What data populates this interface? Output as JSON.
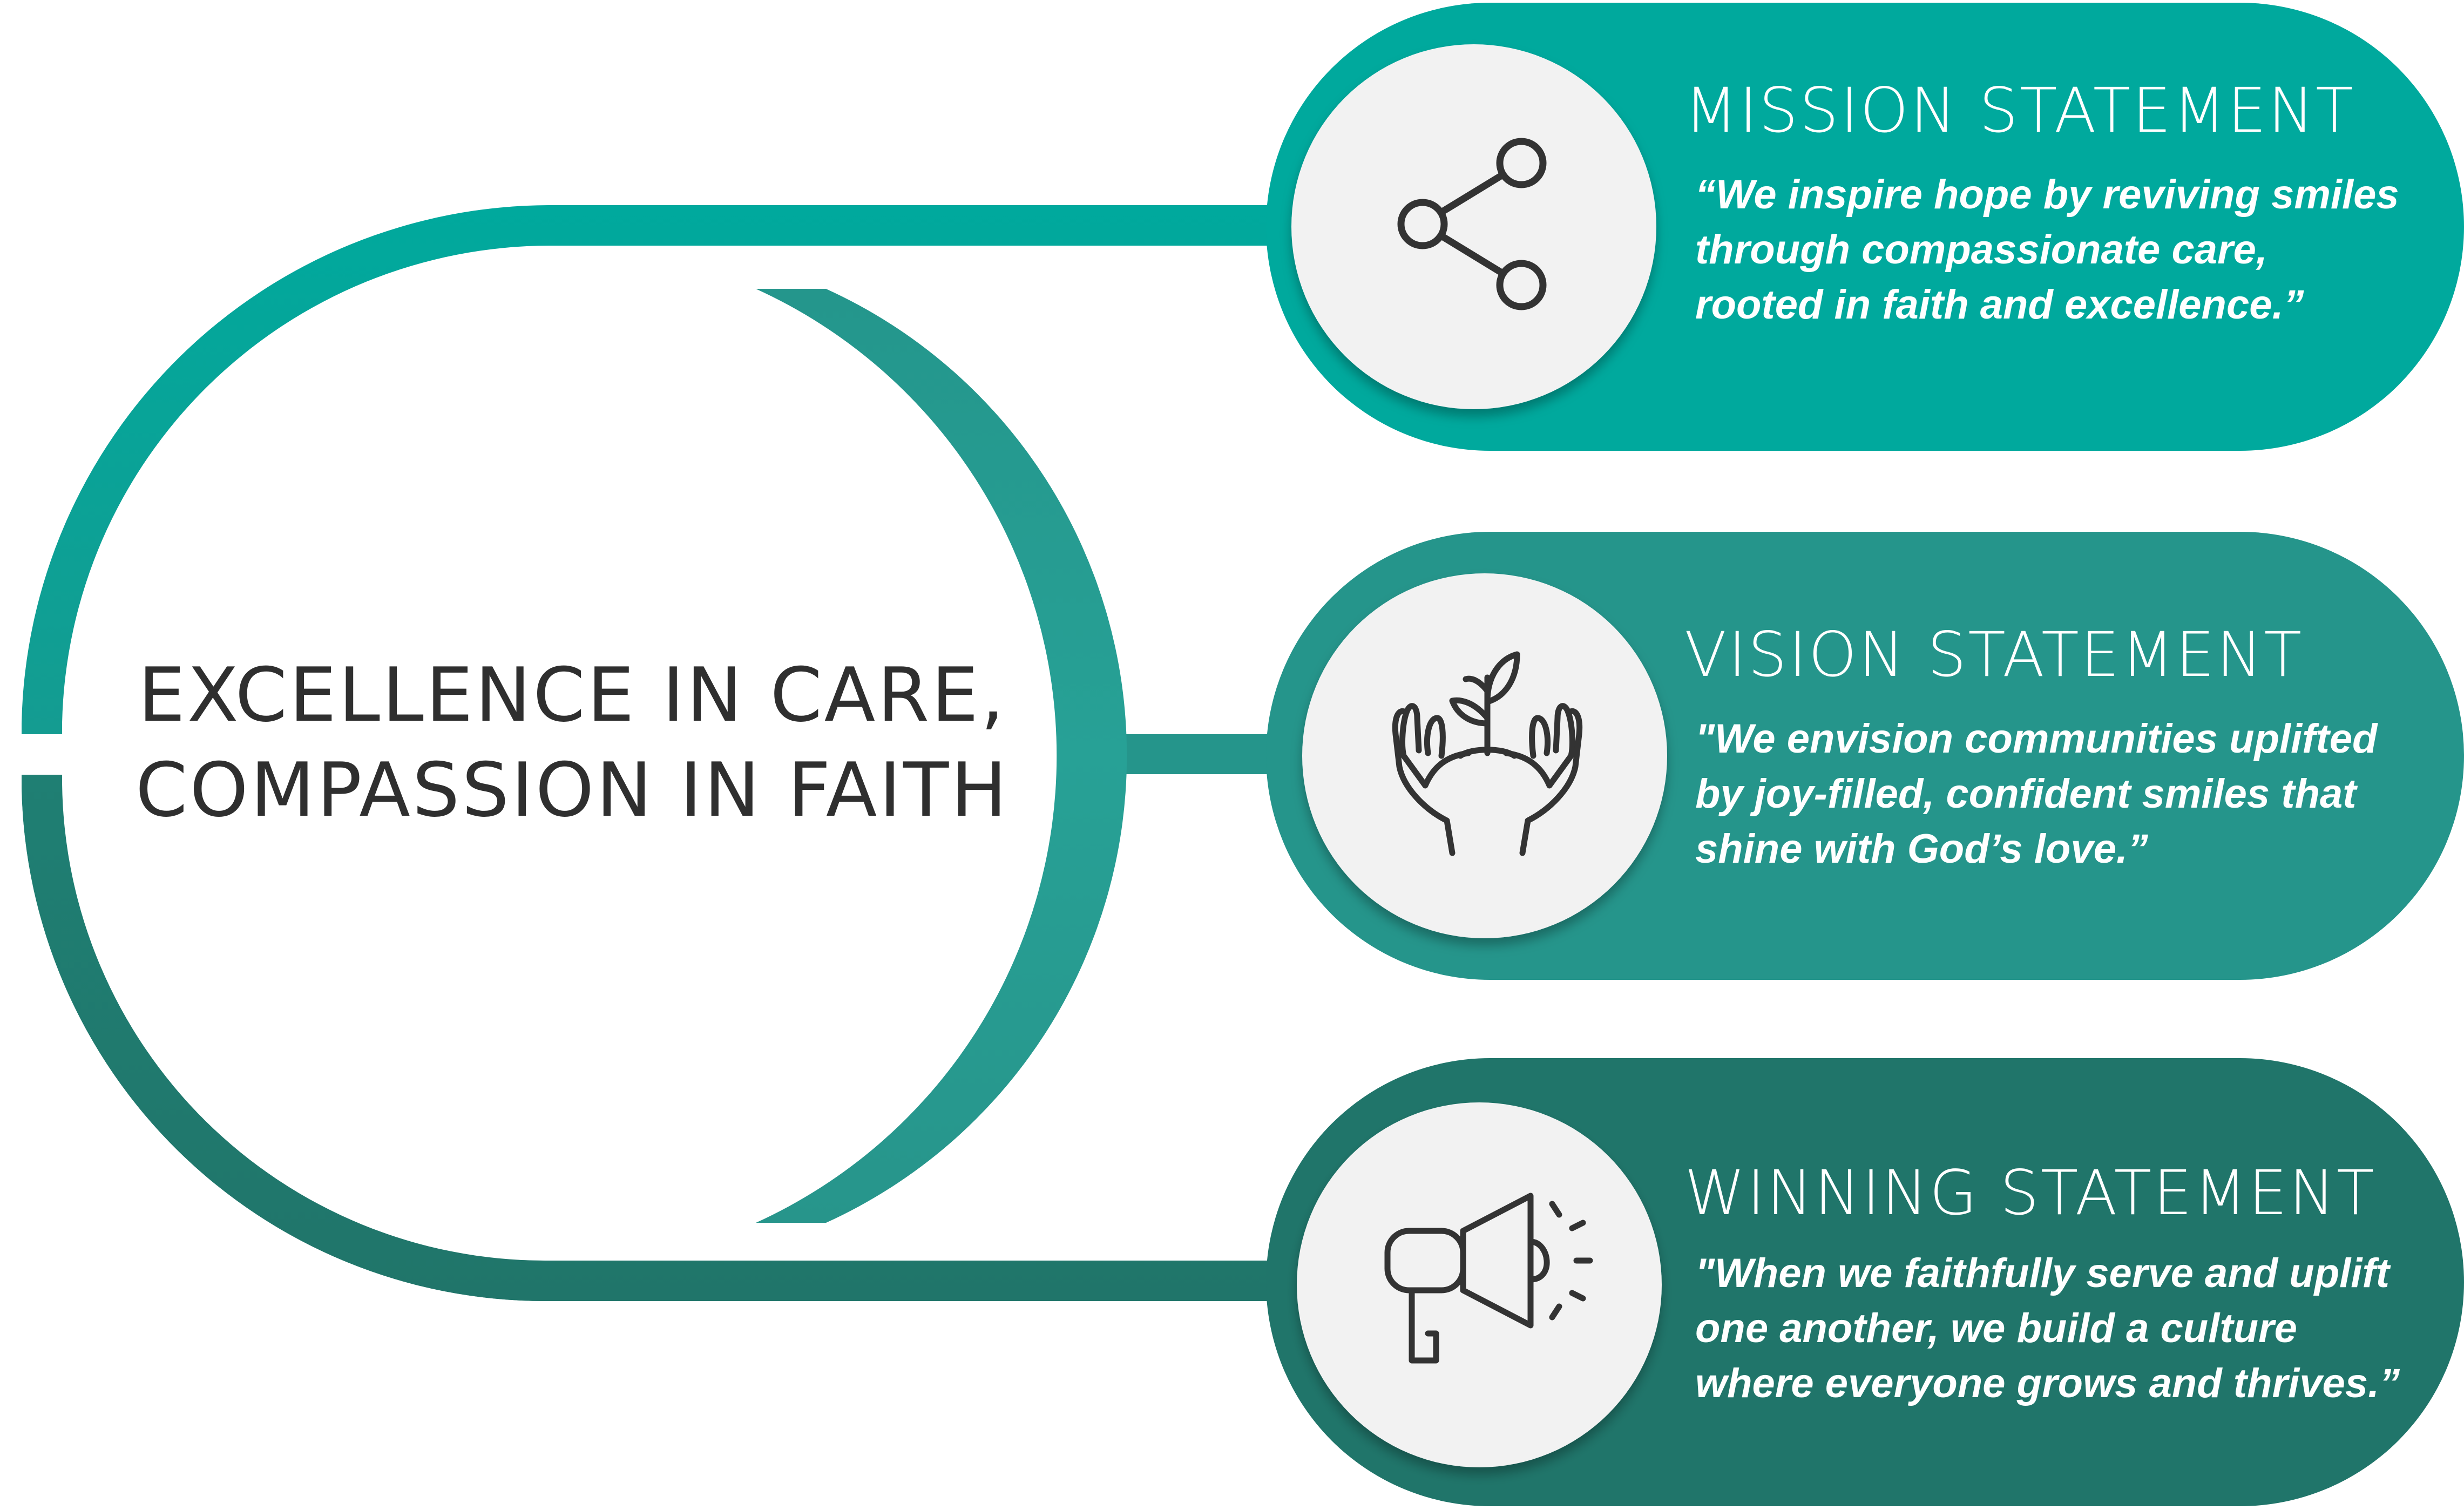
{
  "center": {
    "line1": "EXCELLENCE IN CARE,",
    "line2": "COMPASSION IN FAITH"
  },
  "statements": [
    {
      "title": "MISSION STATEMENT",
      "lines": [
        "“We inspire hope by reviving smiles",
        "through compassionate care,",
        "rooted in faith and excellence.”"
      ],
      "icon": "share-icon",
      "color": "#00A99D"
    },
    {
      "title": "VISION STATEMENT",
      "lines": [
        "\"We envision communities uplifted",
        "by joy-filled, confident smiles that",
        "shine with God’s love.”"
      ],
      "icon": "hands-seedling-icon",
      "color": "#25958B"
    },
    {
      "title": "WINNING STATEMENT",
      "lines": [
        "\"When we faithfully serve and uplift",
        "one another, we build a culture",
        "where everyone grows and thrives.”"
      ],
      "icon": "megaphone-icon",
      "color": "#20756A"
    }
  ],
  "colors": {
    "icon_circle": "#F2F2F2",
    "icon_stroke": "#333333"
  }
}
